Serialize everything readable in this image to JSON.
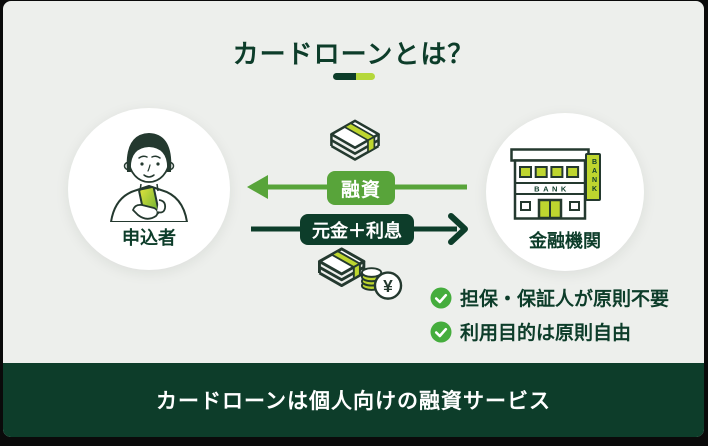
{
  "title": {
    "text": "カードローンとは？"
  },
  "diagram": {
    "applicant": {
      "label": "申込者"
    },
    "bank": {
      "label": "金融機関",
      "board_text": "BANK",
      "sign_text": "BANK"
    },
    "loan_flow": {
      "label": "融資"
    },
    "repayment_flow": {
      "label": "元金＋利息"
    },
    "yen_symbol": "¥",
    "features": [
      {
        "text": "担保・保証人が原則不要"
      },
      {
        "text": "利用目的は原則自由"
      }
    ]
  },
  "footer": {
    "text": "カードローンは個人向けの融資サービス"
  },
  "colors": {
    "dark_green": "#0d3d2a",
    "mid_green": "#58a43a",
    "yellow_green": "#bed62f",
    "light_green": "#b5d83b",
    "check_green": "#45ad3d",
    "ink": "#24392f",
    "bg": "#edefec",
    "frame": "#0a0a0a"
  }
}
